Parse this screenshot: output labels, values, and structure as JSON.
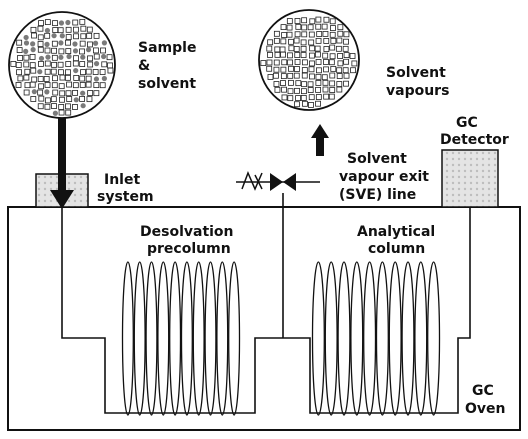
{
  "labels": {
    "sample_line1": "Sample",
    "sample_line2": "&",
    "sample_line3": "solvent",
    "vapours_line1": "Solvent",
    "vapours_line2": "vapours",
    "inlet_line1": "Inlet",
    "inlet_line2": "system",
    "detector_line1": "GC",
    "detector_line2": "Detector",
    "sve_line1": "Solvent",
    "sve_line2": "vapour exit",
    "sve_line3": "(SVE) line",
    "precolumn_line1": "Desolvation",
    "precolumn_line2": "precolumn",
    "column_line1": "Analytical",
    "column_line2": "column",
    "oven_line1": "GC",
    "oven_line2": "Oven"
  },
  "colors": {
    "line": "#111111",
    "box_fill": "#d9d9d9",
    "sample_dot": "#7a7a7a",
    "background": "#ffffff"
  }
}
